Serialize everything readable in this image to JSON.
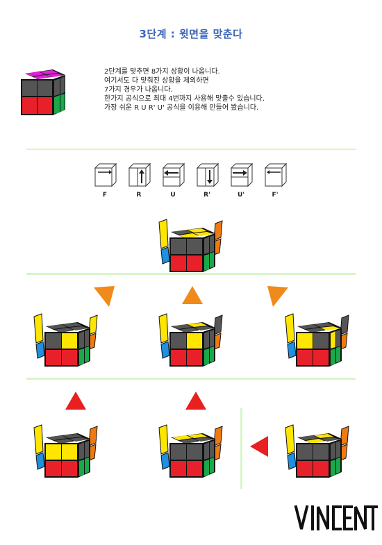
{
  "title": "3단계 : 윗면을 맞춘다",
  "intro_lines": [
    "2단계를 맞추면 8가지 상황이 나옵니다.",
    "여기서도 다 맞춰진 상황을 제외하면",
    "7가지 경우가 나옵니다.",
    "한가지 공식으로 최대 4번까지 사용해 맞출수 있습니다.",
    "가장 쉬운 R U R' U' 공식을 이용해 만들어 봤습니다."
  ],
  "notation": [
    {
      "label": "F",
      "icon": "front-quarter-turn-icon"
    },
    {
      "label": "R",
      "icon": "right-column-up-arrow-icon"
    },
    {
      "label": "U",
      "icon": "top-row-left-arrow-icon"
    },
    {
      "label": "R'",
      "icon": "right-column-down-arrow-icon"
    },
    {
      "label": "U'",
      "icon": "top-row-right-arrow-icon"
    },
    {
      "label": "F'",
      "icon": "front-quarter-turn-reverse-icon"
    }
  ],
  "colors": {
    "title": "#3a64b8",
    "yellow": "#ffe600",
    "red": "#e8202a",
    "green": "#1aa84a",
    "blue": "#1f8fe0",
    "orange": "#f07a10",
    "magenta": "#e020d8",
    "gray": "#555555",
    "arrow_orange": "#f08a1a",
    "arrow_red": "#e8201f",
    "divider": "#d8f5c8"
  },
  "logo_text": "VINCENT"
}
